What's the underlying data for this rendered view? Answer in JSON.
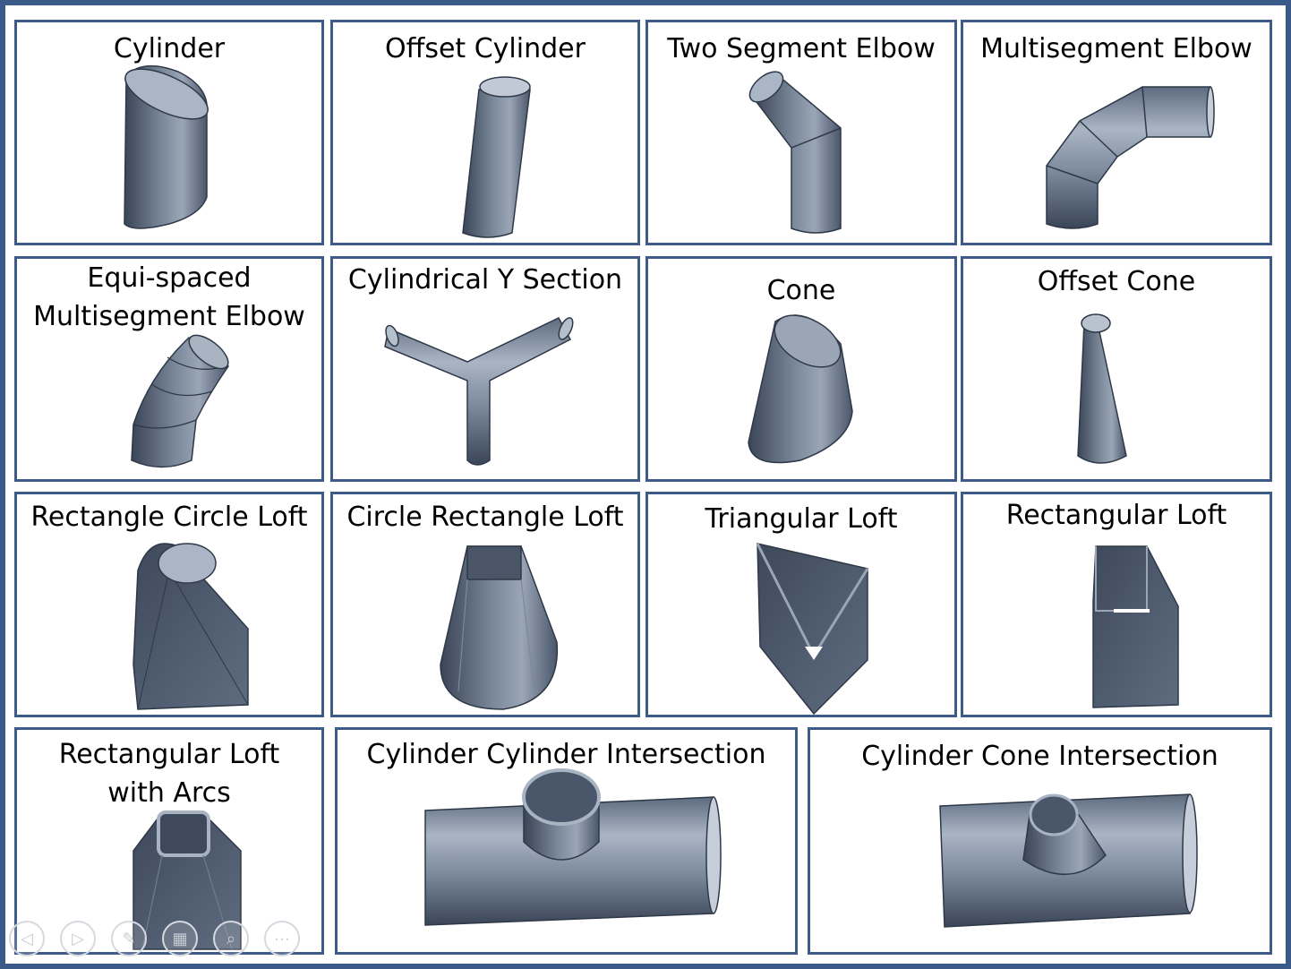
{
  "colors": {
    "frame": "#3a5b8a",
    "cell_border": "#3c5b88",
    "shape_dark": "#3b4658",
    "shape_mid": "#667487",
    "shape_light": "#a9b4c3"
  },
  "cells": [
    {
      "title": [
        "Cylinder"
      ]
    },
    {
      "title": [
        "Offset Cylinder"
      ]
    },
    {
      "title": [
        "Two Segment Elbow"
      ]
    },
    {
      "title": [
        "Multisegment Elbow"
      ]
    },
    {
      "title": [
        "Equi-spaced",
        "Multisegment Elbow"
      ]
    },
    {
      "title": [
        "Cylindrical Y Section"
      ]
    },
    {
      "title": [
        "Cone"
      ]
    },
    {
      "title": [
        "Offset Cone"
      ]
    },
    {
      "title": [
        "Rectangle Circle Loft"
      ]
    },
    {
      "title": [
        "Circle Rectangle Loft"
      ]
    },
    {
      "title": [
        "Triangular Loft"
      ]
    },
    {
      "title": [
        "Rectangular Loft"
      ]
    },
    {
      "title": [
        "Rectangular Loft",
        "with Arcs"
      ]
    },
    {
      "title": [
        "Cylinder Cylinder Intersection"
      ]
    },
    {
      "title": [
        "Cylinder Cone Intersection"
      ]
    }
  ],
  "toolbar": [
    {
      "icon": "previous-icon",
      "glyph": "◁"
    },
    {
      "icon": "next-icon",
      "glyph": "▷"
    },
    {
      "icon": "pen-icon",
      "glyph": "✎"
    },
    {
      "icon": "slides-grid-icon",
      "glyph": "▦"
    },
    {
      "icon": "zoom-icon",
      "glyph": "⌕"
    },
    {
      "icon": "more-options-icon",
      "glyph": "···"
    }
  ]
}
